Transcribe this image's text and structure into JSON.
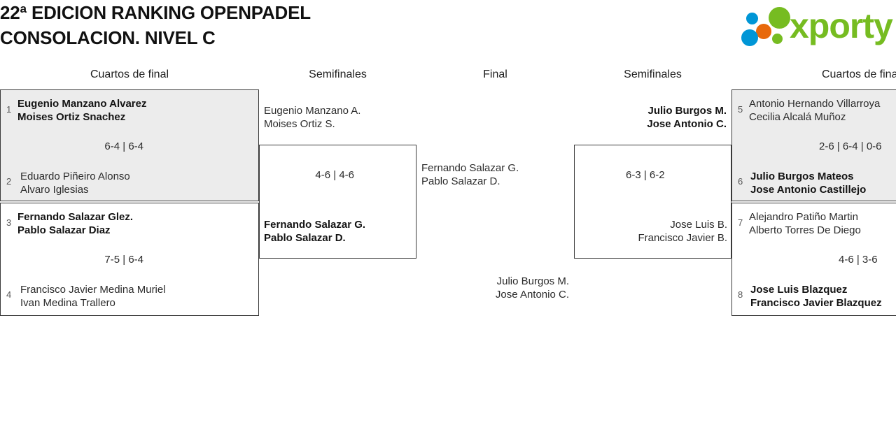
{
  "header": {
    "title": "22ª EDICION RANKING OPENPADEL\nCONSOLACION. NIVEL C",
    "logo_text": "xporty",
    "colors": {
      "green": "#76bc21",
      "blue": "#0096d6",
      "orange": "#e8690b",
      "shaded_box": "#ececec",
      "border": "#3a3a3a"
    }
  },
  "rounds": [
    {
      "label": "Cuartos de final"
    },
    {
      "label": "Semifinales"
    },
    {
      "label": "Final"
    },
    {
      "label": "Semifinales"
    },
    {
      "label": "Cuartos de final"
    }
  ],
  "bracket": {
    "left": {
      "quarterfinals": [
        {
          "top": {
            "seed": "1",
            "player1": "Eugenio Manzano Alvarez",
            "player2": "Moises Ortiz Snachez",
            "winner": true
          },
          "bottom": {
            "seed": "2",
            "player1": "Eduardo Piñeiro Alonso",
            "player2": "Alvaro Iglesias",
            "winner": false
          },
          "score": "6-4 | 6-4"
        },
        {
          "top": {
            "seed": "3",
            "player1": "Fernando Salazar Glez.",
            "player2": "Pablo Salazar Diaz",
            "winner": true
          },
          "bottom": {
            "seed": "4",
            "player1": "Francisco Javier Medina Muriel",
            "player2": "Ivan Medina Trallero",
            "winner": false
          },
          "score": "7-5 | 6-4"
        }
      ],
      "semifinal": {
        "top": {
          "player1": "Eugenio Manzano A.",
          "player2": "Moises Ortiz S.",
          "winner": false
        },
        "bottom": {
          "player1": "Fernando Salazar G.",
          "player2": "Pablo Salazar D.",
          "winner": true
        },
        "score": "4-6 | 4-6"
      }
    },
    "final": {
      "top": {
        "player1": "Fernando Salazar G.",
        "player2": "Pablo Salazar D."
      },
      "bottom": {
        "player1": "Julio Burgos M.",
        "player2": "Jose Antonio C."
      },
      "score": ""
    },
    "right": {
      "semifinal": {
        "top": {
          "player1": "Julio Burgos M.",
          "player2": "Jose Antonio C.",
          "winner": true
        },
        "bottom": {
          "player1": "Jose Luis B.",
          "player2": "Francisco Javier B.",
          "winner": false
        },
        "score": "6-3 | 6-2"
      },
      "quarterfinals": [
        {
          "top": {
            "seed": "5",
            "player1": "Antonio Hernando Villarroya",
            "player2": "Cecilia Alcalá Muñoz",
            "winner": false
          },
          "bottom": {
            "seed": "6",
            "player1": "Julio Burgos Mateos",
            "player2": "Jose Antonio Castillejo",
            "winner": true
          },
          "score": "2-6 | 6-4 | 0-6"
        },
        {
          "top": {
            "seed": "7",
            "player1": "Alejandro Patiño Martin",
            "player2": "Alberto Torres De Diego",
            "winner": false
          },
          "bottom": {
            "seed": "8",
            "player1": "Jose Luis Blazquez",
            "player2": "Francisco Javier Blazquez",
            "winner": true
          },
          "score": "4-6 | 3-6"
        }
      ]
    }
  }
}
